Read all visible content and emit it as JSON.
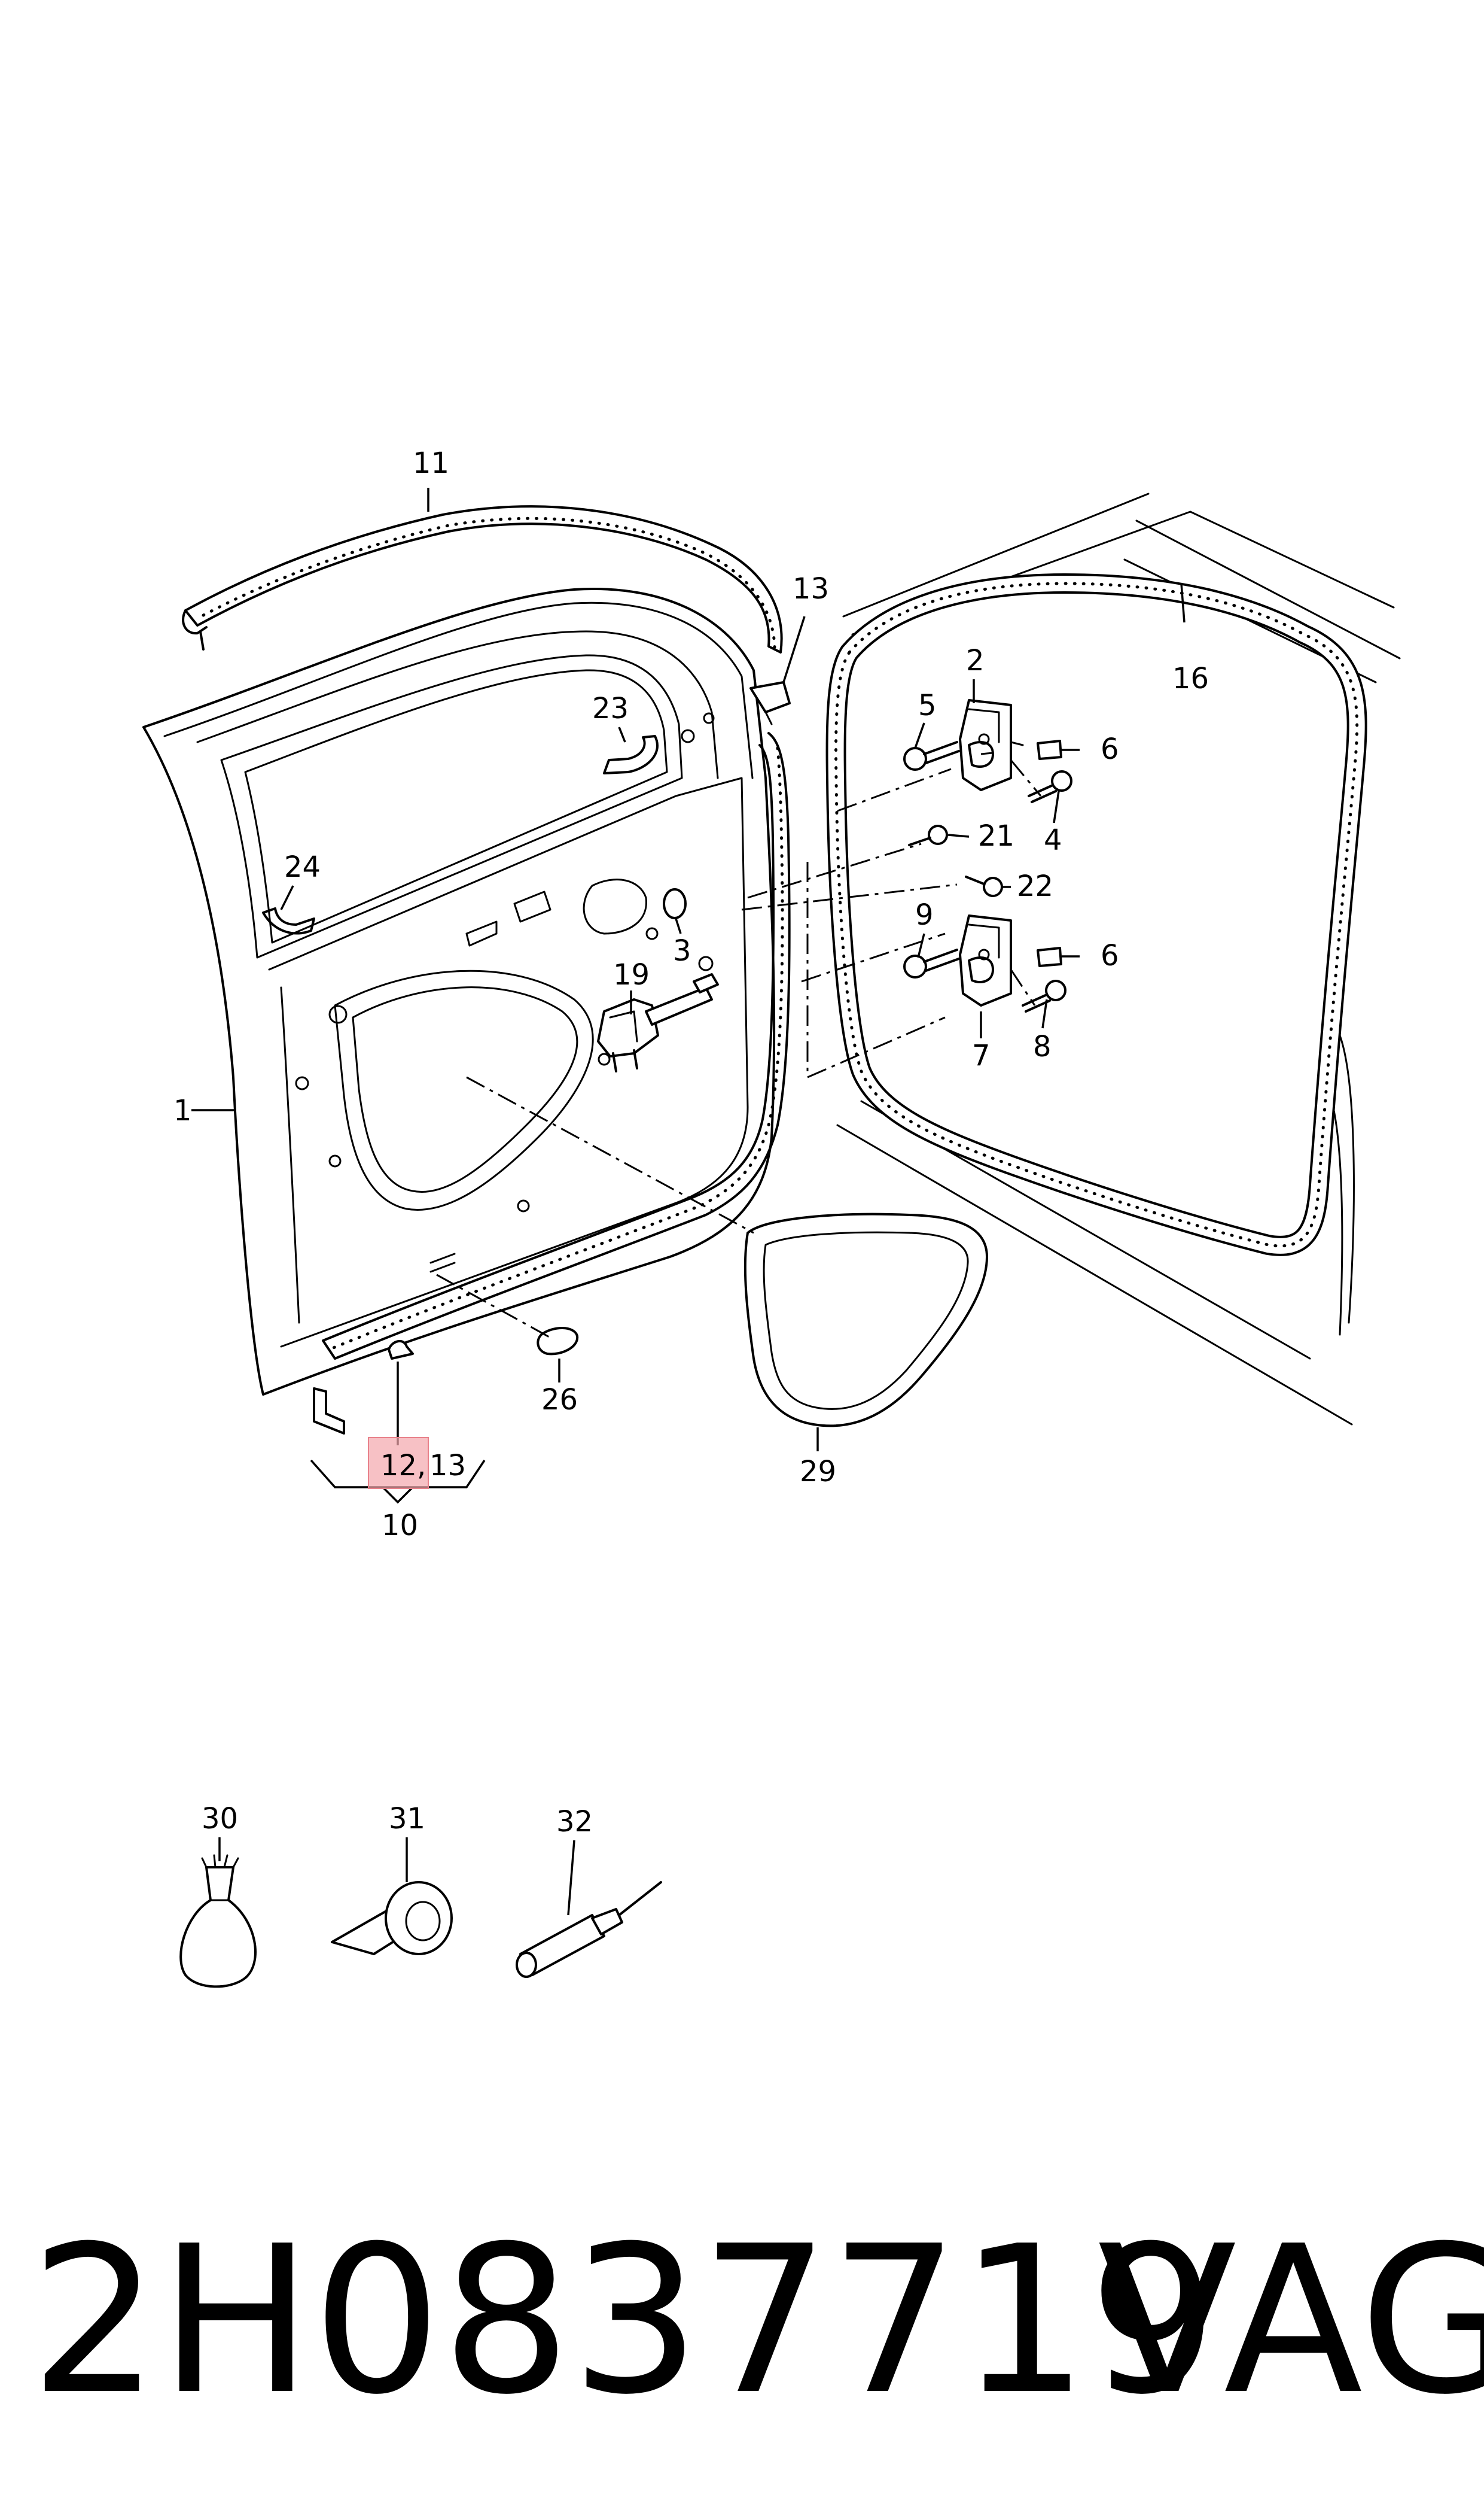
{
  "callouts": {
    "c1": "1",
    "c2": "2",
    "c3": "3",
    "c4": "4",
    "c5": "5",
    "c6a": "6",
    "c6b": "6",
    "c7": "7",
    "c8": "8",
    "c9": "9",
    "c10": "10",
    "c11": "11",
    "c12": "12",
    "c12sep": ",",
    "c13a": "13",
    "c13b": "13",
    "c16": "16",
    "c19": "19",
    "c21": "21",
    "c22": "22",
    "c23": "23",
    "c24": "24",
    "c26": "26",
    "c29": "29",
    "c30": "30",
    "c31": "31",
    "c32": "32"
  },
  "footer": {
    "part_number": "2H0837719",
    "brand": "VAG"
  },
  "highlight_color": "#f4a7ad"
}
